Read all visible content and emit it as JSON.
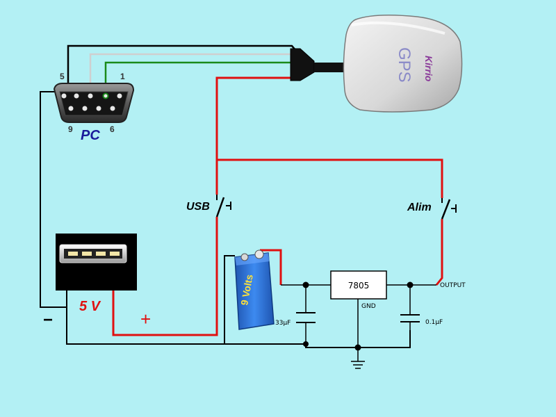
{
  "pc": {
    "label": "PC",
    "pin_5": "5",
    "pin_1": "1",
    "pin_9": "9",
    "pin_6": "6"
  },
  "gps": {
    "brand": "Kirrio",
    "label": "GPS"
  },
  "switches": {
    "usb": "USB",
    "alim": "Alim"
  },
  "usb_supply": {
    "voltage": "5 V",
    "minus": "−",
    "plus": "+"
  },
  "battery": {
    "label": "9 Volts"
  },
  "regulator": {
    "name": "7805",
    "gnd": "GND",
    "output": "OUTPUT"
  },
  "capacitors": {
    "input": "33µF",
    "output": "0.1µF"
  },
  "colors": {
    "background": "#b3f0f4",
    "wire_red": "#e01010",
    "wire_black": "#000000",
    "wire_green": "#1a8a1a",
    "wire_gray": "#c8c8c8",
    "pc_label": "#1a1a9a",
    "battery_blue": "#2a6fd6"
  }
}
